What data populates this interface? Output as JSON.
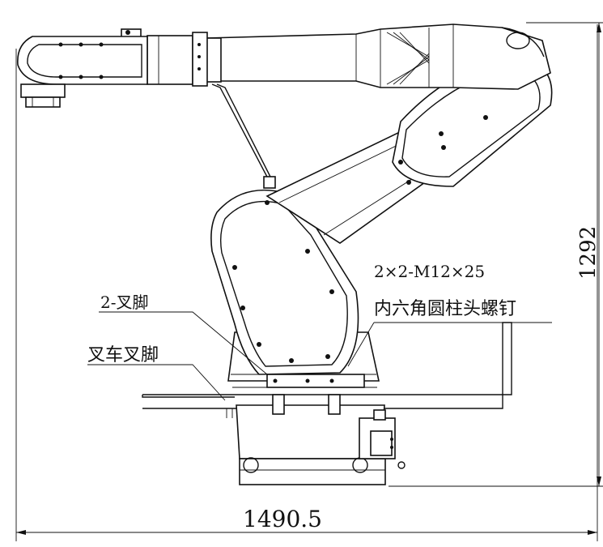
{
  "labels": {
    "bolt_spec": "2×2-M12×25",
    "bolt_name": "内六角圆柱头螺钉",
    "fork_foot": "2-叉脚",
    "forklift_fork": "叉车叉脚"
  },
  "dimensions": {
    "height": "1292",
    "width": "1490.5"
  }
}
